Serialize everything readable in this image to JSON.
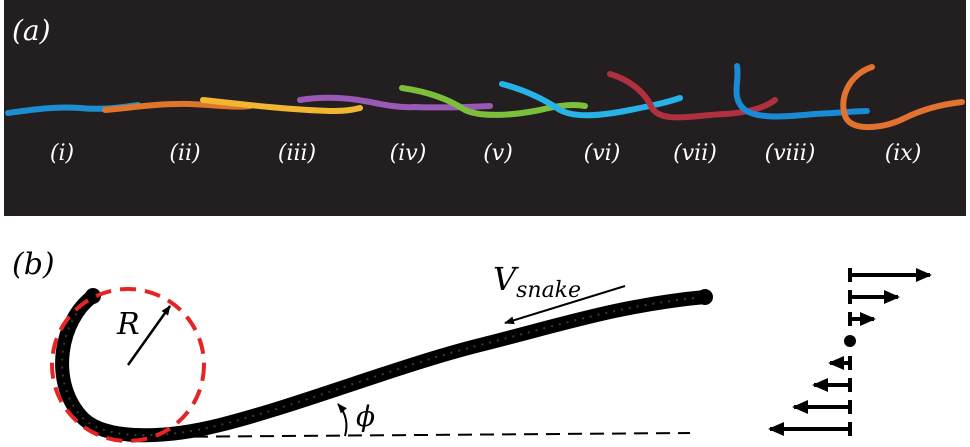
{
  "panel_a": {
    "label": "(a)",
    "background": "#231f20",
    "frames": [
      {
        "label": "(i)",
        "color": "#1d8fd1"
      },
      {
        "label": "(ii)",
        "color": "#e0742a"
      },
      {
        "label": "(iii)",
        "color": "#f2b731"
      },
      {
        "label": "(iv)",
        "color": "#9b59b6"
      },
      {
        "label": "(v)",
        "color": "#7bbf3a"
      },
      {
        "label": "(vi)",
        "color": "#27b3e8"
      },
      {
        "label": "(vii)",
        "color": "#b0303f"
      },
      {
        "label": "(viii)",
        "color": "#1a8ad4"
      },
      {
        "label": "(ix)",
        "color": "#e2722f"
      }
    ],
    "label_color": "#ffffff"
  },
  "panel_b": {
    "label": "(b)",
    "radius_label": "R",
    "velocity_label_main": "V",
    "velocity_label_sub": "snake",
    "angle_label": "ϕ",
    "snake_color": "#000000",
    "circle_color": "#e32526",
    "flow_profile_arrows": [
      1.0,
      0.6,
      0.3,
      0,
      -0.25,
      -0.45,
      -0.7,
      -1.0
    ]
  }
}
